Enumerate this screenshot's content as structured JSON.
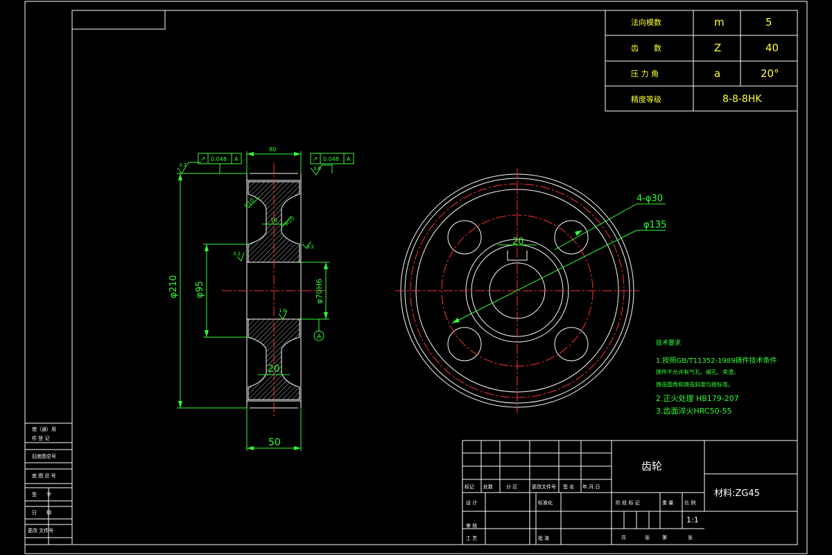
{
  "params": {
    "rows": [
      {
        "label": "法向模数",
        "symbol": "m",
        "value": "5"
      },
      {
        "label": "齿　　数",
        "symbol": "Z",
        "value": "40"
      },
      {
        "label": "压 力 角",
        "symbol": "a",
        "value": "20°"
      },
      {
        "label": "精度等级",
        "symbol": "",
        "value": "8-8-8HK"
      }
    ]
  },
  "section": {
    "dims": {
      "width_top": "80",
      "dia_outer": "φ210",
      "dia_hub": "φ95",
      "dia_bore": "φ70H6",
      "web_top": "10",
      "web_bottom": "20",
      "width_bottom": "50",
      "fillet_a": "R10",
      "fillet_b": "R10"
    },
    "tolerances": [
      {
        "symbol": "↗",
        "value": "0.048",
        "datum": "A"
      },
      {
        "symbol": "↗",
        "value": "0.048",
        "datum": "A"
      }
    ],
    "roughness": [
      "3.2",
      "1.6",
      "3.2",
      "3.2",
      "1.6"
    ],
    "datum_label": "A"
  },
  "front": {
    "holes_label": "4-φ30",
    "pcd_label": "φ135",
    "keyway_label": "20"
  },
  "notes": {
    "title": "技术要求",
    "lines": [
      "1.按照GB/T11352-1989铸件技术条件",
      "  铸件不允许有气孔、缩孔、夹渣。",
      "  铸造圆角和铸造斜度均按标准。",
      "2.正火处理 HB179-207",
      "3.齿面淬火HRC50-55"
    ]
  },
  "title_block": {
    "part_name": "齿轮",
    "material": "材料:ZG45",
    "scale": "1:1",
    "rev_headers": [
      "标记",
      "处数",
      "分 区",
      "更改文件号",
      "签 名",
      "年.月.日"
    ],
    "sign_rows": [
      "设 计",
      "审 核",
      "工 艺"
    ],
    "std_label": "标准化",
    "approve_label": "批 准",
    "stage_headers": [
      "阶 段 标 记",
      "重 量",
      "比 例"
    ],
    "sheet_labels": [
      "共",
      "张",
      "第",
      "张"
    ]
  },
  "side_block": {
    "items": [
      "借（通）用",
      "件 登 记",
      "旧底图总号",
      "底 图 总 号",
      "签　　字",
      "日　　期",
      "更改 文件号"
    ]
  }
}
